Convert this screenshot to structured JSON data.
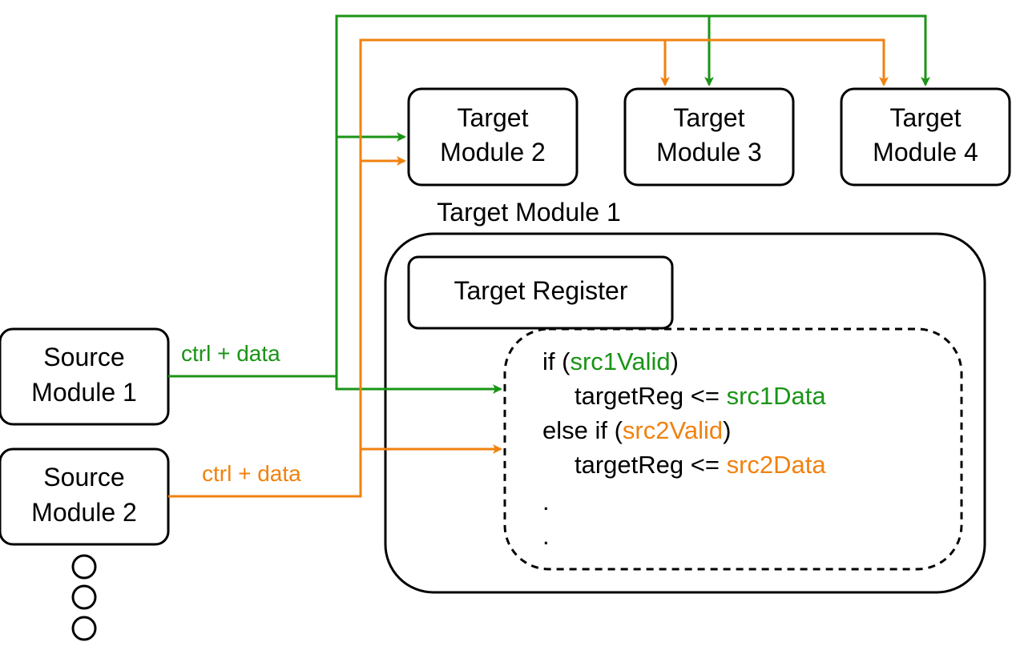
{
  "colors": {
    "green": "#1a9416",
    "orange": "#f0820f",
    "black": "#000000"
  },
  "nodes": {
    "source1": {
      "line1": "Source",
      "line2": "Module 1"
    },
    "source2": {
      "line1": "Source",
      "line2": "Module 2"
    },
    "target2": {
      "line1": "Target",
      "line2": "Module 2"
    },
    "target3": {
      "line1": "Target",
      "line2": "Module 3"
    },
    "target4": {
      "line1": "Target",
      "line2": "Module 4"
    },
    "target1": {
      "label": "Target Module 1"
    },
    "register": {
      "label": "Target Register"
    }
  },
  "edges": {
    "green_label": "ctrl + data",
    "orange_label": "ctrl + data"
  },
  "code": {
    "line1": {
      "pre": "if (",
      "hl": "src1Valid",
      "post": ")"
    },
    "line2": {
      "pre": "targetReg <= ",
      "hl": "src1Data"
    },
    "line3": {
      "pre": "else if (",
      "hl": "src2Valid",
      "post": ")"
    },
    "line4": {
      "pre": "targetReg <= ",
      "hl": "src2Data"
    },
    "line5": ".",
    "line6": "."
  },
  "ellipsis_icon": "vertical-dots-icon"
}
